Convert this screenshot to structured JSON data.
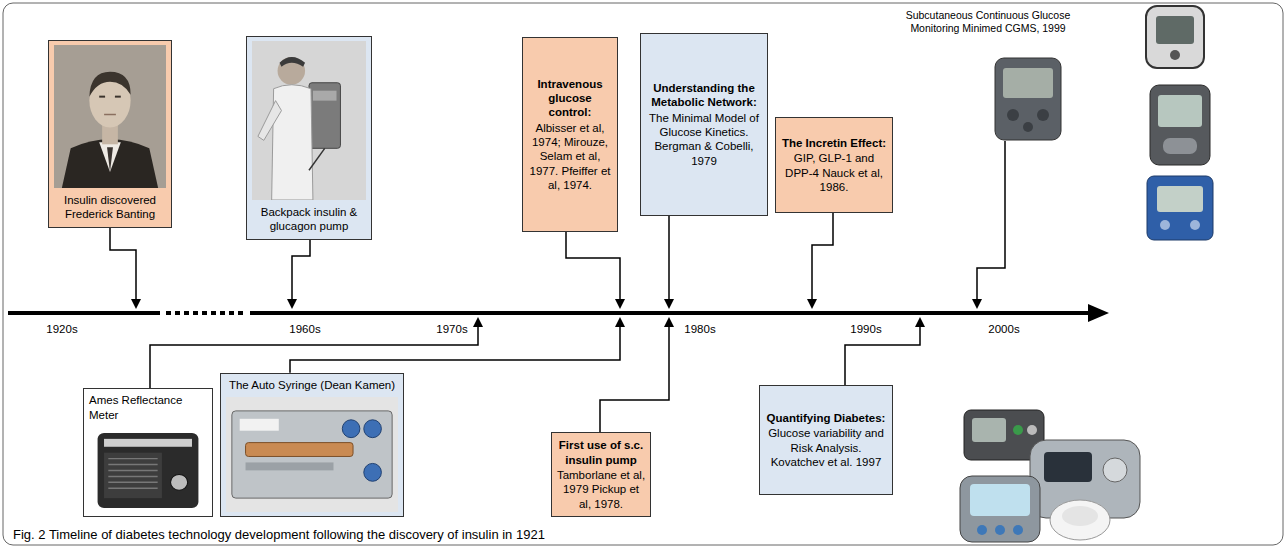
{
  "diagram": {
    "caption": "Fig. 2 Timeline of diabetes technology development following the discovery of insulin in 1921",
    "nodes": [
      {
        "text": [
          "Insulin discovered Frederick Banting"
        ]
      },
      {
        "text": [
          "Backpack insulin & glucagon pump"
        ]
      },
      {
        "text": [
          "Intravenous glucose control:",
          "Albisser et al, 1974; Mirouze, Selam et al, 1977. Pfeiffer et al, 1974."
        ]
      },
      {
        "text": [
          "Understanding the Metabolic Network:",
          "The Minimal Model of Glucose Kinetics. Bergman & Cobelli, 1979"
        ]
      },
      {
        "text": [
          "The Incretin Effect:",
          "GIP, GLP-1 and DPP-4 Nauck et al, 1986."
        ]
      },
      {
        "text": [
          "Ames Reflectance Meter"
        ]
      },
      {
        "text": [
          "The Auto Syringe (Dean Kamen)"
        ]
      },
      {
        "text": [
          "First use of s.c. insulin pump",
          "Tamborlane et al, 1979 Pickup et al, 1978."
        ]
      },
      {
        "text": [
          "Quantifying Diabetes:",
          "Glucose variability and Risk Analysis. Kovatchev et al. 1997"
        ]
      }
    ],
    "labels": [
      "1920s",
      "1960s",
      "1970s",
      "1980s",
      "1990s",
      "2000s",
      "Subcutaneous Continuous Glucose Monitoring Minimed CGMS, 1999"
    ]
  }
}
